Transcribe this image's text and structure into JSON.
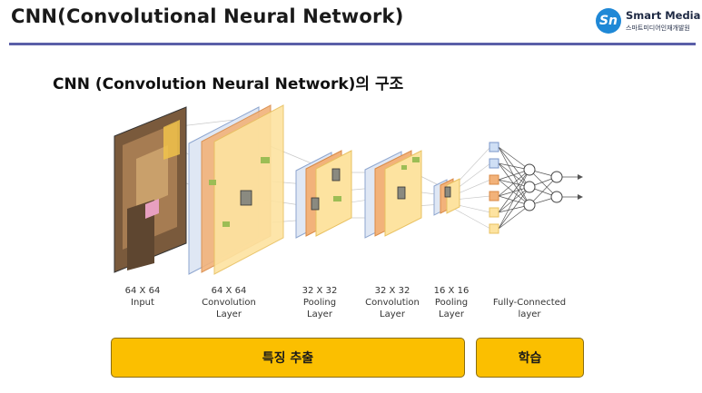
{
  "header": {
    "title": "CNN(Convolutional Neural Network)",
    "logo_mark": "Sn",
    "logo_name": "Smart Media",
    "logo_sub": "스마트미디어인재개발원"
  },
  "slide": {
    "subtitle": "CNN (Convolution Neural Network)의 구조",
    "layers": [
      {
        "size": "64 X 64",
        "name": "Input"
      },
      {
        "size": "64 X 64",
        "name": "Convolution",
        "extra": "Layer"
      },
      {
        "size": "32 X 32",
        "name": "Pooling",
        "extra": "Layer"
      },
      {
        "size": "32 X 32",
        "name": "Convolution",
        "extra": "Layer"
      },
      {
        "size": "16 X 16",
        "name": "Pooling",
        "extra": "Layer"
      },
      {
        "size": "Fully-Connected",
        "name": "layer"
      }
    ],
    "bars": {
      "feature_extraction": "특징 추출",
      "learning": "학습"
    }
  },
  "colors": {
    "accent_rule": "#5a5fa8",
    "bar_fill": "#fbbf00",
    "map_blue": "#b9cbe6",
    "map_orange": "#efa56a",
    "map_yellow": "#fbdc8e"
  }
}
